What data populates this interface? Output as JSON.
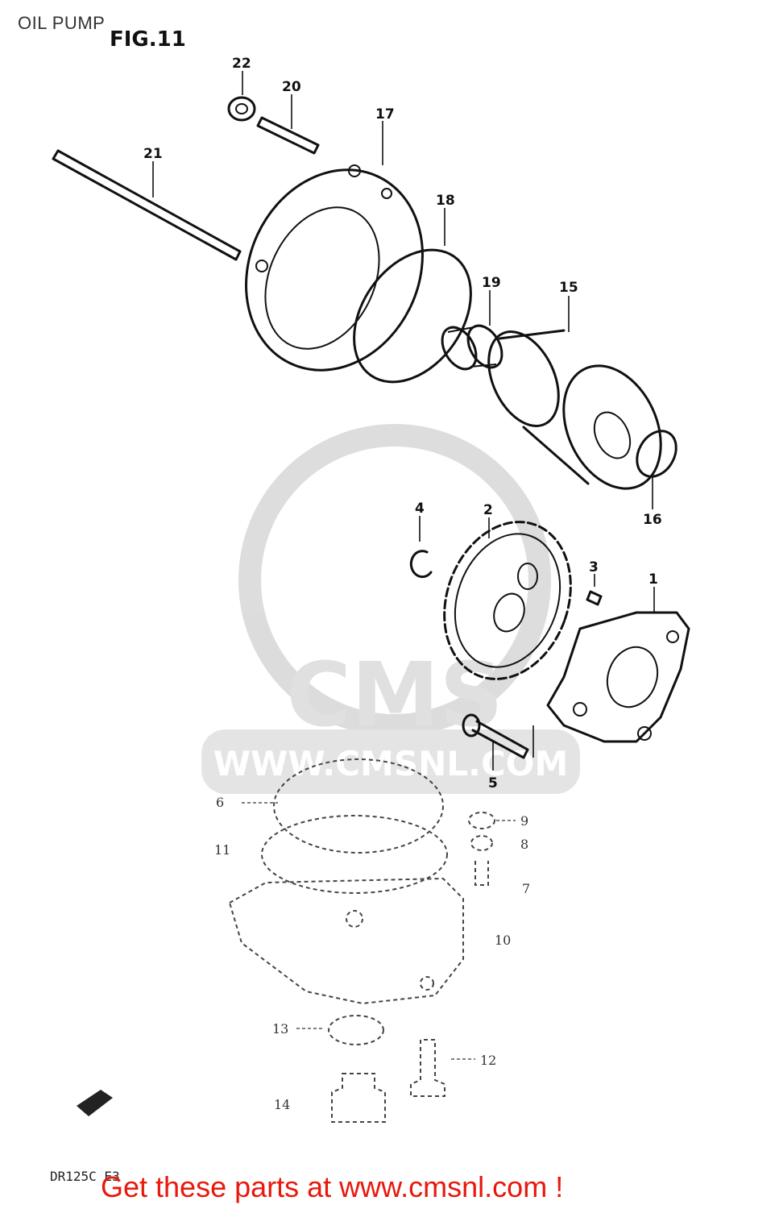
{
  "header": {
    "title": "OIL PUMP",
    "figure": "FIG.11"
  },
  "diagram": {
    "callouts": [
      "22",
      "20",
      "17",
      "21",
      "18",
      "19",
      "15",
      "16",
      "4",
      "2",
      "3",
      "1",
      "5",
      "6",
      "9",
      "11",
      "8",
      "7",
      "10",
      "13",
      "12",
      "14"
    ]
  },
  "footer": {
    "code": "DR125C  E3",
    "link_text": "Get these parts at www.cmsnl.com !"
  },
  "watermark": {
    "text": "WWW.CMSNL.COM",
    "logo": "CMS"
  },
  "colors": {
    "link": "#e8180c",
    "ink": "#111111"
  }
}
